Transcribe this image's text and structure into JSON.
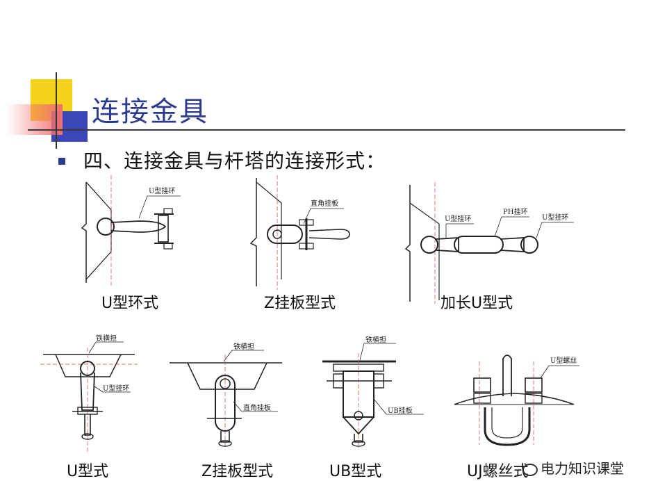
{
  "slide": {
    "title": "连接金具",
    "subtitle": "四、连接金具与杆塔的连接形式："
  },
  "figures": [
    {
      "caption": "U型环式",
      "labels": [
        "U型挂环"
      ]
    },
    {
      "caption": "Z挂板型式",
      "labels": [
        "直角挂板"
      ]
    },
    {
      "caption": "加长U型式",
      "labels": [
        "U型挂环",
        "PH挂环",
        "U型挂环"
      ]
    },
    {
      "caption": "U型式",
      "labels": [
        "铁横担",
        "U型挂环"
      ]
    },
    {
      "caption": "Z挂板型式",
      "labels": [
        "铁横担",
        "直角挂板"
      ]
    },
    {
      "caption": "UB型式",
      "labels": [
        "铁横担",
        "UB挂板"
      ]
    },
    {
      "caption": "UJ螺丝式",
      "labels": [
        "U型螺丝"
      ]
    }
  ],
  "watermark": "电力知识课堂",
  "colors": {
    "title": "#2b3a8c",
    "yellow": "#f5d21c",
    "blue": "#3b47b8",
    "red": "#f07070"
  }
}
